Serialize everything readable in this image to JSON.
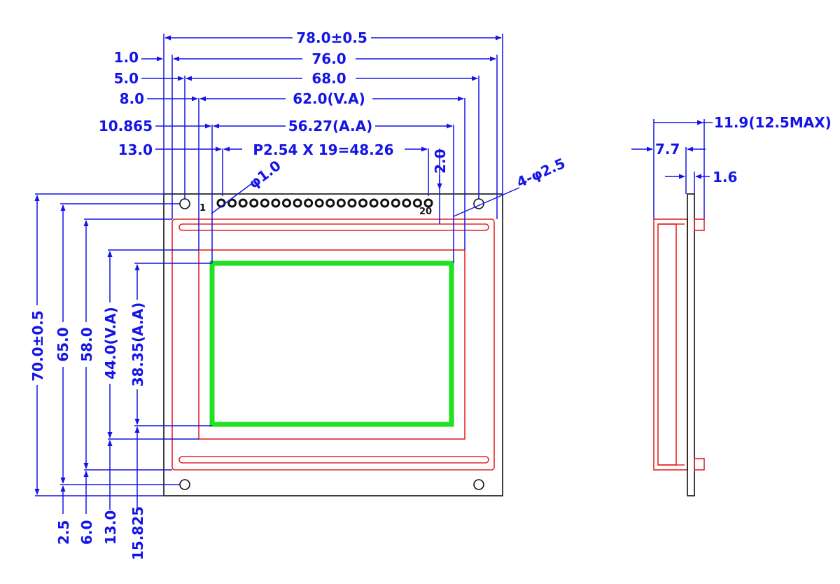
{
  "drawing": {
    "title": "LCD module outline dimensions",
    "colors": {
      "dimension": "#1414e6",
      "bezel": "#e32626",
      "view_area": "#22e022",
      "pcb": "#111111"
    },
    "top_dims": {
      "overall_width": "78.0±0.5",
      "hole_pitch_outer": "76.0",
      "frame_width": "68.0",
      "view_area_width": "62.0(V.A)",
      "active_area_width": "56.27(A.A)",
      "pin_pitch": "P2.54 X 19=48.26"
    },
    "left_offsets": {
      "a": "1.0",
      "b": "5.0",
      "c": "8.0",
      "d": "10.865",
      "e": "13.0"
    },
    "callouts": {
      "pin_hole": "φ1.0",
      "mount_holes": "4-φ2.5",
      "pin_offset": "2.0",
      "pin_first": "1",
      "pin_last": "20"
    },
    "vertical_dims": {
      "overall_height": "70.0±0.5",
      "hole_pitch": "65.0",
      "frame_height": "58.0",
      "view_area_height": "44.0(V.A)",
      "active_area_height": "38.35(A.A)"
    },
    "bottom_offsets": {
      "a": "2.5",
      "b": "6.0",
      "c": "13.0",
      "d": "15.825"
    },
    "side_view": {
      "total_thickness": "11.9(12.5MAX)",
      "module_depth": "7.7",
      "pcb_thickness": "1.6"
    },
    "pin_count": 20
  }
}
